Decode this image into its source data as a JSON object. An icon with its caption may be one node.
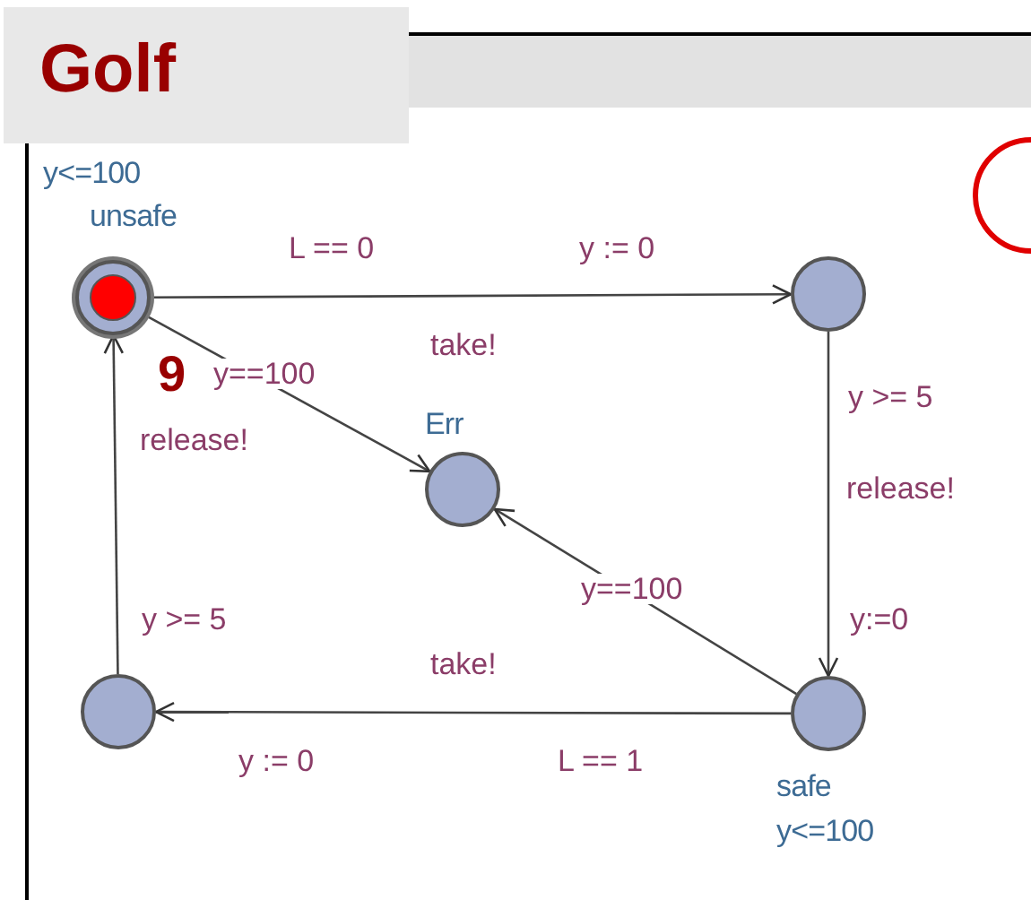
{
  "diagram": {
    "title": "Golf",
    "nodes": [
      {
        "text": [
          "y<=100",
          "unsafe"
        ]
      },
      {
        "text": [],
        "shape": "circle"
      },
      {
        "text": [
          "Err"
        ]
      },
      {
        "text": [
          "safe",
          "y<=100"
        ]
      },
      {
        "text": [],
        "shape": "circle"
      }
    ],
    "edges": [
      {
        "from": 0,
        "to": 1,
        "arrow": "to",
        "label": "L == 0"
      },
      {
        "from": 1,
        "to": 3,
        "arrow": "to",
        "label": "y >= 5"
      },
      {
        "from": 3,
        "to": 4,
        "arrow": "to",
        "label": "L == 1"
      },
      {
        "from": 4,
        "to": 0,
        "arrow": "to",
        "label": "y >= 5"
      },
      {
        "from": 0,
        "to": 2,
        "arrow": "to",
        "label": "y==100"
      },
      {
        "from": 3,
        "to": 2,
        "arrow": "to",
        "label": "y==100"
      }
    ],
    "labels": [
      "y := 0",
      "take!",
      "9",
      "release!",
      "release!",
      "y:=0",
      "take!",
      "y := 0"
    ]
  }
}
